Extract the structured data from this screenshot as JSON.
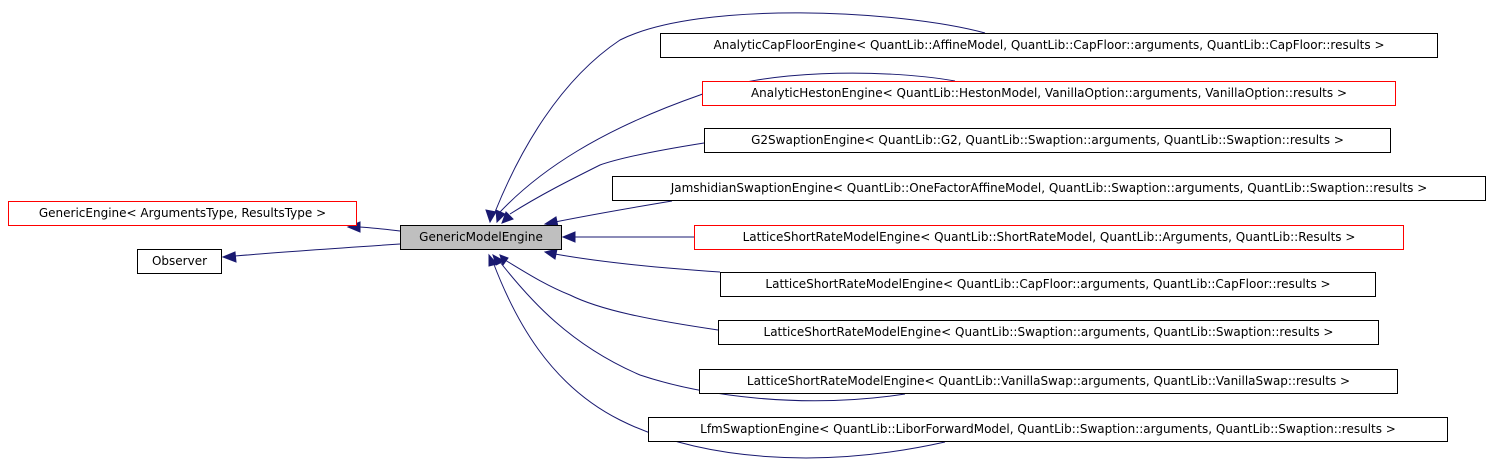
{
  "diagram": {
    "current": "GenericModelEngine",
    "bases": [
      {
        "label": "GenericEngine< ArgumentsType, ResultsType >",
        "documented_link_border": "red"
      },
      {
        "label": "Observer",
        "documented_link_border": "black"
      }
    ],
    "derived": [
      {
        "label": "AnalyticCapFloorEngine< QuantLib::AffineModel, QuantLib::CapFloor::arguments, QuantLib::CapFloor::results >"
      },
      {
        "label": "AnalyticHestonEngine< QuantLib::HestonModel, VanillaOption::arguments, VanillaOption::results >"
      },
      {
        "label": "G2SwaptionEngine< QuantLib::G2, QuantLib::Swaption::arguments, QuantLib::Swaption::results >"
      },
      {
        "label": "JamshidianSwaptionEngine< QuantLib::OneFactorAffineModel, QuantLib::Swaption::arguments, QuantLib::Swaption::results >"
      },
      {
        "label": "LatticeShortRateModelEngine< QuantLib::ShortRateModel, QuantLib::Arguments, QuantLib::Results >"
      },
      {
        "label": "LatticeShortRateModelEngine< QuantLib::CapFloor::arguments, QuantLib::CapFloor::results >"
      },
      {
        "label": "LatticeShortRateModelEngine< QuantLib::Swaption::arguments, QuantLib::Swaption::results >"
      },
      {
        "label": "LatticeShortRateModelEngine< QuantLib::VanillaSwap::arguments, QuantLib::VanillaSwap::results >"
      },
      {
        "label": "LfmSwaptionEngine< QuantLib::LiborForwardModel, QuantLib::Swaption::arguments, QuantLib::Swaption::results >"
      }
    ],
    "colors": {
      "edge": "#191970",
      "current_fill": "#bfbfbf",
      "red_border": "#ff0000"
    }
  }
}
